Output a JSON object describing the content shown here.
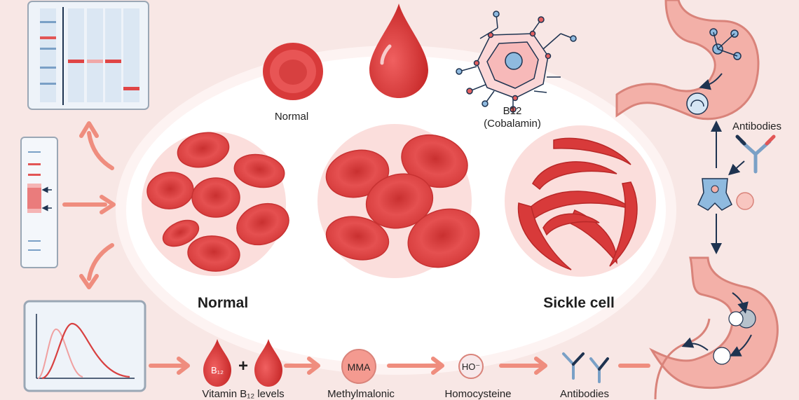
{
  "labels": {
    "normal_small": "Normal",
    "b12_title": "B12",
    "b12_subtitle": "(Cobalamin)",
    "antibodies_right": "Antibodies",
    "normal_big": "Normal",
    "sickle_big": "Sickle cell"
  },
  "bottom_row": [
    {
      "text": "Vitamin B₁₂ levels",
      "icon": "b12-drop-icon",
      "icon_text": "B₁₂"
    },
    {
      "text": "Methylmalonic",
      "icon": "mma-circle-icon",
      "icon_text": "MMA"
    },
    {
      "text": "Homocysteine",
      "icon": "ho-circle-icon",
      "icon_text": "HO⁻"
    },
    {
      "text": "Antibodies",
      "icon": "antibody-pair-icon"
    }
  ],
  "colors": {
    "background": "#f8e7e5",
    "rbc_fill": "#e04848",
    "rbc_dark": "#b82828",
    "arrow": "#ef8d7e",
    "navy": "#1e3350",
    "panel_blue": "#dbe7f3",
    "stomach": "#f3b0a8"
  }
}
